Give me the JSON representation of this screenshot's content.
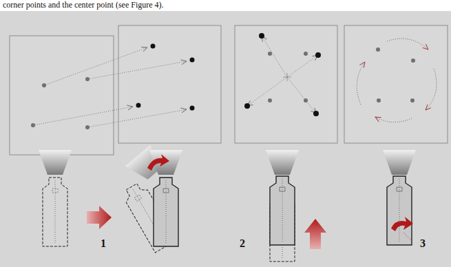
{
  "diagram": {
    "labels": [
      "corner points and the center point (see Figure 4).",
      "1",
      "2",
      "3"
    ]
  }
}
